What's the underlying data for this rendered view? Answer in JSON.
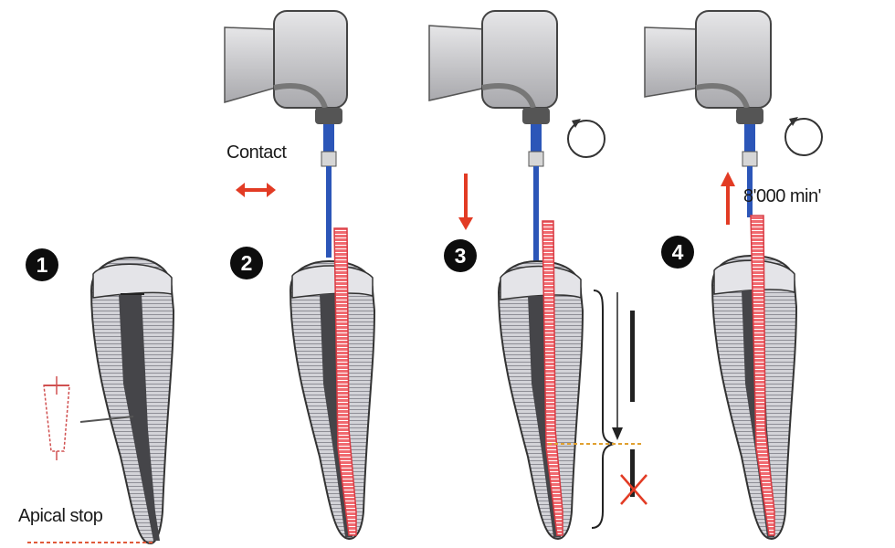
{
  "steps": [
    {
      "number": "1",
      "label": "Apical stop"
    },
    {
      "number": "2",
      "label": "Contact"
    },
    {
      "number": "3"
    },
    {
      "number": "4",
      "speed": "8'000 min'"
    }
  ],
  "colors": {
    "gutta": "#e8404a",
    "arrow": "#e23b24",
    "file": "#2c56b8",
    "handpiece": "#c7c7c9",
    "tooth": "#c9c9cd",
    "canal": "#3b3b3b",
    "stop_line": "#e05a3a",
    "level_line": "#e0a030"
  },
  "icons": [
    "rotation-icon",
    "double-arrow-icon",
    "down-arrow-icon",
    "up-arrow-icon",
    "stop-x-icon",
    "brace-icon"
  ]
}
